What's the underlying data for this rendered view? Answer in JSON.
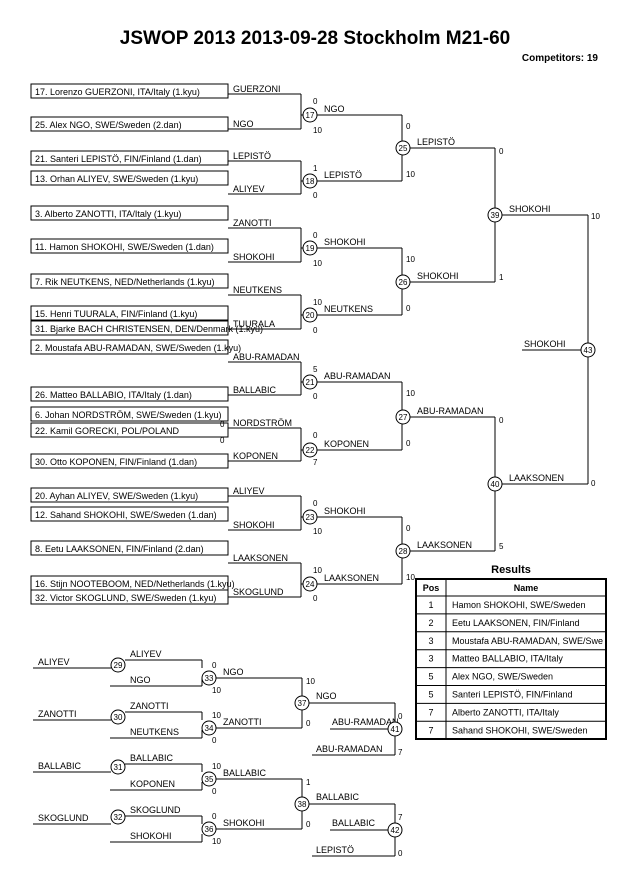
{
  "header": {
    "title": "JSWOP 2013  2013-09-28  Stockholm    M21-60",
    "competitors_label": "Competitors:",
    "competitors_count": "19"
  },
  "entries": [
    "17. Lorenzo GUERZONI, ITA/Italy (1.kyu)",
    "25. Alex NGO, SWE/Sweden (2.dan)",
    "21. Santeri LEPISTÖ, FIN/Finland (1.dan)",
    "13. Orhan ALIYEV, SWE/Sweden (1.kyu)",
    "3. Alberto ZANOTTI, ITA/Italy (1.kyu)",
    "11. Hamon SHOKOHI, SWE/Sweden (1.dan)",
    "7. Rik  NEUTKENS, NED/Netherlands (1.kyu)",
    "15. Henri TUURALA, FIN/Finland (1.kyu)",
    "31. Bjarke BACH CHRISTENSEN, DEN/Denmark (1.kyu)",
    "2. Moustafa  ABU-RAMADAN, SWE/Sweden (1.kyu)",
    "26. Matteo BALLABIO, ITA/Italy (1.dan)",
    "6. Johan NORDSTRÖM, SWE/Sweden (1.kyu)",
    "22. Kamil GORECKI, POL/POLAND",
    "30. Otto KOPONEN, FIN/Finland (1.dan)",
    "20. Ayhan ALIYEV, SWE/Sweden (1.kyu)",
    "12. Sahand SHOKOHI, SWE/Sweden (1.dan)",
    "8. Eetu LAAKSONEN, FIN/Finland (2.dan)",
    "16. Stijn  NOOTEBOOM, NED/Netherlands (1.kyu)",
    "32. Victor SKOGLUND, SWE/Sweden (1.kyu)"
  ],
  "extra_scores": [
    "0",
    "0"
  ],
  "main_bracket": [
    {
      "node": "17",
      "top_label": "GUERZONI",
      "bottom_label": "NGO",
      "top_score": "0",
      "bottom_score": "10",
      "winner": "NGO"
    },
    {
      "node": "18",
      "top_label": "LEPISTÖ",
      "bottom_label": "ALIYEV",
      "top_score": "1",
      "bottom_score": "0",
      "winner": "LEPISTÖ"
    },
    {
      "node": "19",
      "top_label": "ZANOTTI",
      "bottom_label": "SHOKOHI",
      "top_score": "0",
      "bottom_score": "10",
      "winner": "SHOKOHI"
    },
    {
      "node": "20",
      "top_label": "NEUTKENS",
      "bottom_label": "TUURALA",
      "top_score": "10",
      "bottom_score": "0",
      "winner": "NEUTKENS"
    },
    {
      "node": "21",
      "top_label": "ABU-RAMADAN",
      "bottom_label": "BALLABIC",
      "top_score": "5",
      "bottom_score": "0",
      "winner": "ABU-RAMADAN"
    },
    {
      "node": "22",
      "top_label": "NORDSTRÖM",
      "bottom_label": "KOPONEN",
      "top_score": "0",
      "bottom_score": "7",
      "winner": "KOPONEN"
    },
    {
      "node": "23",
      "top_label": "ALIYEV",
      "bottom_label": "SHOKOHI",
      "top_score": "0",
      "bottom_score": "10",
      "winner": "SHOKOHI"
    },
    {
      "node": "24",
      "top_label": "LAAKSONEN",
      "bottom_label": "SKOGLUND",
      "top_score": "10",
      "bottom_score": "0",
      "winner": "LAAKSONEN"
    },
    {
      "node": "25",
      "top_score": "0",
      "bottom_score": "10",
      "winner": "LEPISTÖ"
    },
    {
      "node": "26",
      "top_score": "10",
      "bottom_score": "0",
      "winner": "SHOKOHI"
    },
    {
      "node": "27",
      "top_score": "10",
      "bottom_score": "0",
      "winner": "ABU-RAMADAN"
    },
    {
      "node": "28",
      "top_score": "0",
      "bottom_score": "10",
      "winner": "LAAKSONEN"
    },
    {
      "node": "39",
      "top_score": "0",
      "bottom_score": "1",
      "winner": "SHOKOHI"
    },
    {
      "node": "40",
      "top_score": "0",
      "bottom_score": "5",
      "winner": "LAAKSONEN"
    },
    {
      "node": "43",
      "top_score": "10",
      "bottom_score": "0",
      "winner": "SHOKOHI"
    }
  ],
  "repechage": [
    {
      "node": "29",
      "top_label": "ALIYEV",
      "bottom_label": "NGO",
      "left_label": "ALIYEV"
    },
    {
      "node": "30",
      "top_label": "ZANOTTI",
      "bottom_label": "NEUTKENS",
      "left_label": "ZANOTTI"
    },
    {
      "node": "31",
      "top_label": "BALLABIC",
      "bottom_label": "KOPONEN",
      "left_label": "BALLABIC"
    },
    {
      "node": "32",
      "top_label": "SKOGLUND",
      "bottom_label": "SHOKOHI",
      "left_label": "SKOGLUND"
    },
    {
      "node": "33",
      "top_score": "0",
      "bottom_score": "10",
      "winner": "NGO"
    },
    {
      "node": "34",
      "top_score": "10",
      "bottom_score": "0",
      "winner": "ZANOTTI"
    },
    {
      "node": "35",
      "top_score": "10",
      "bottom_score": "0",
      "winner": "BALLABIC"
    },
    {
      "node": "36",
      "top_score": "0",
      "bottom_score": "10",
      "winner": "SHOKOHI"
    },
    {
      "node": "37",
      "top_score": "10",
      "bottom_score": "0",
      "winner": "NGO"
    },
    {
      "node": "38",
      "top_score": "1",
      "bottom_score": "0",
      "winner": "BALLABIC"
    },
    {
      "node": "41",
      "top_score": "0",
      "bottom_score": "7",
      "winner": "ABU-RAMADAN",
      "feed_label": "ABU-RAMADAN"
    },
    {
      "node": "42",
      "top_score": "7",
      "bottom_score": "0",
      "winner": "BALLABIC",
      "feed_label": "LEPISTÖ"
    }
  ],
  "results": {
    "title": "Results",
    "headers": [
      "Pos",
      "Name"
    ],
    "rows": [
      {
        "pos": "1",
        "name": "Hamon SHOKOHI, SWE/Sweden"
      },
      {
        "pos": "2",
        "name": "Eetu LAAKSONEN, FIN/Finland"
      },
      {
        "pos": "3",
        "name": "Moustafa  ABU-RAMADAN, SWE/Swe"
      },
      {
        "pos": "3",
        "name": "Matteo BALLABIO, ITA/Italy"
      },
      {
        "pos": "5",
        "name": "Alex NGO, SWE/Sweden"
      },
      {
        "pos": "5",
        "name": "Santeri LEPISTÖ, FIN/Finland"
      },
      {
        "pos": "7",
        "name": "Alberto ZANOTTI, ITA/Italy"
      },
      {
        "pos": "7",
        "name": "Sahand SHOKOHI, SWE/Sweden"
      }
    ]
  }
}
